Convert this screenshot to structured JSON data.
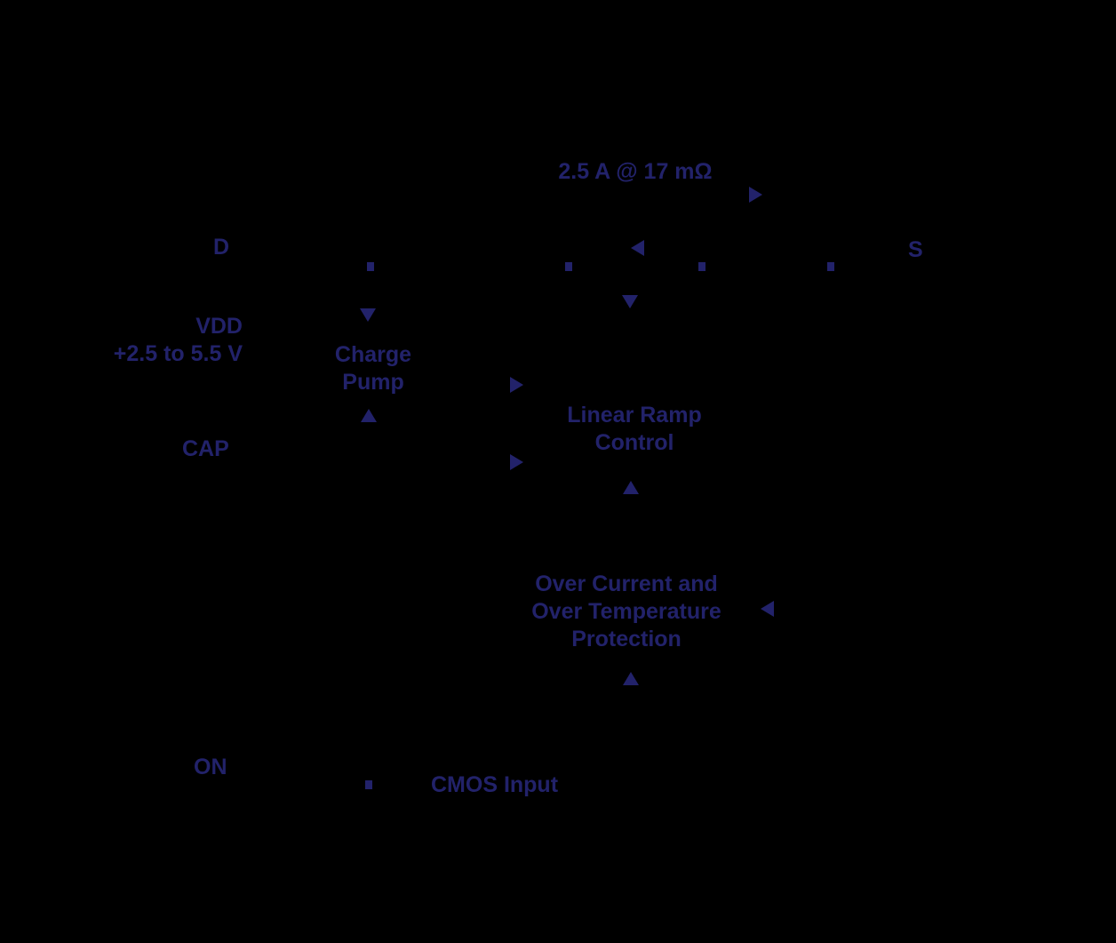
{
  "colors": {
    "bg": "#000000",
    "ink": "#22226a"
  },
  "diagram": {
    "mosfet_rating": "2.5 A @ 17 mΩ",
    "pin_d": "D",
    "pin_s": "S",
    "pin_vdd": "VDD\n+2.5 to 5.5 V",
    "pin_cap": "CAP",
    "pin_on": "ON",
    "block_charge_pump": "Charge\nPump",
    "block_linear_ramp": "Linear Ramp\nControl",
    "block_protection": "Over Current and\nOver Temperature\nProtection",
    "block_cmos_input": "CMOS Input"
  }
}
